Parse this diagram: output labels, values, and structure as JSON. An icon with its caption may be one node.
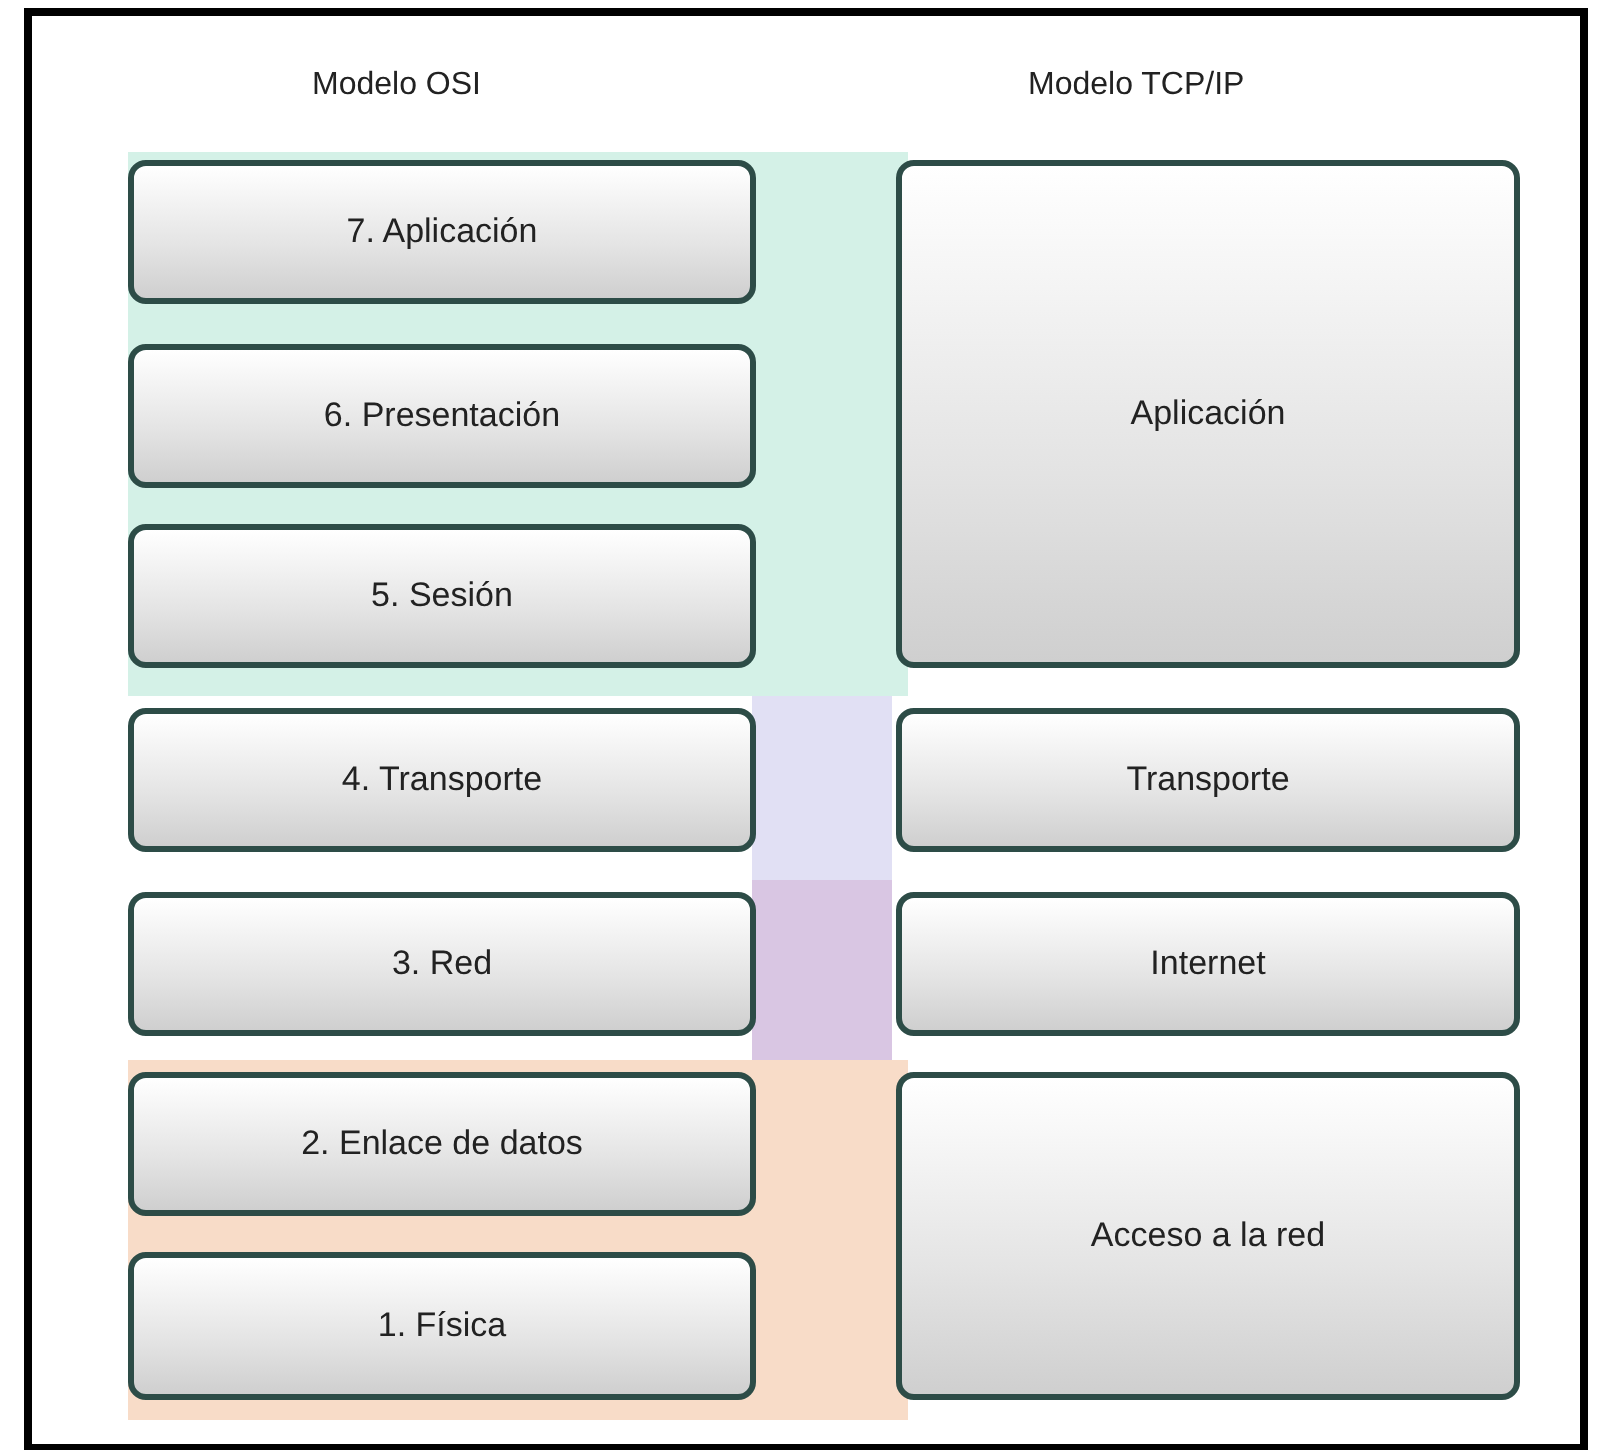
{
  "diagram": {
    "nodes": [
      {
        "text": [
          "7. Aplicación"
        ]
      },
      {
        "text": [
          "6. Presentación"
        ]
      },
      {
        "text": [
          "5. Sesión"
        ]
      },
      {
        "text": [
          "4. Transporte"
        ]
      },
      {
        "text": [
          "3. Red"
        ]
      },
      {
        "text": [
          "2. Enlace de datos"
        ]
      },
      {
        "text": [
          "1. Física"
        ]
      },
      {
        "text": [
          "Aplicación"
        ]
      },
      {
        "text": [
          "Transporte"
        ]
      },
      {
        "text": [
          "Internet"
        ]
      },
      {
        "text": [
          "Acceso a la red"
        ]
      }
    ],
    "labels": [
      "Modelo OSI",
      "Modelo TCP/IP"
    ]
  }
}
